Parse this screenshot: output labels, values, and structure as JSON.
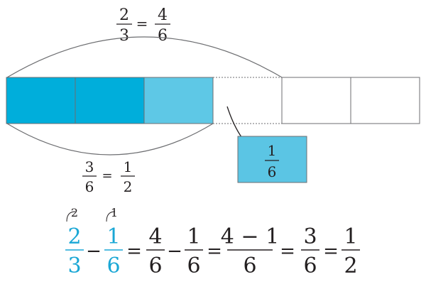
{
  "colors": {
    "dark_blue": "#00aedb",
    "light_blue": "#5ec8e6",
    "box_blue": "#5bc5e4",
    "cyan_text": "#1aa7d5",
    "ink": "#231f20",
    "outline": "#6d6e71"
  },
  "top_label": {
    "left_num": "2",
    "left_den": "3",
    "eq": "=",
    "right_num": "4",
    "right_den": "6"
  },
  "bottom_label": {
    "left_num": "3",
    "left_den": "6",
    "eq": "=",
    "right_num": "1",
    "right_den": "2"
  },
  "callout": {
    "num": "1",
    "den": "6"
  },
  "equation": {
    "mult_a": "2",
    "mult_b": "1",
    "f1_num": "2",
    "f1_den": "3",
    "op1": "−",
    "f2_num": "1",
    "f2_den": "6",
    "eq1": "=",
    "f3_num": "4",
    "f3_den": "6",
    "op2": "−",
    "f4_num": "1",
    "f4_den": "6",
    "eq2": "=",
    "f5_num": "4 − 1",
    "f5_den": "6",
    "eq3": "=",
    "f6_num": "3",
    "f6_den": "6",
    "eq4": "=",
    "f7_num": "1",
    "f7_den": "2"
  }
}
